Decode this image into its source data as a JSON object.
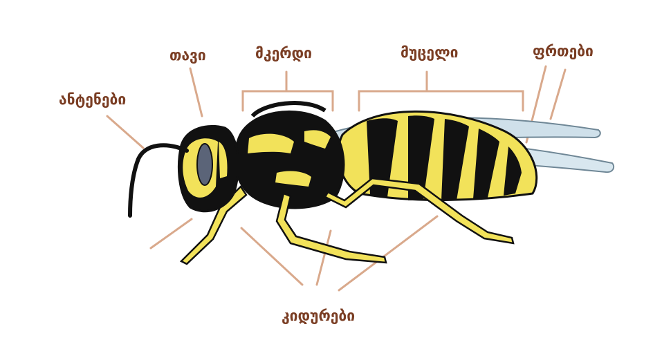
{
  "diagram": {
    "labels": {
      "antennae": "ანტენები",
      "head": "თავი",
      "thorax": "მკერდი",
      "abdomen": "მუცელი",
      "wings": "ფრთები",
      "legs": "კიდურები"
    },
    "colors": {
      "label": "#7a3d23",
      "leader_line": "#d9a98c",
      "body_yellow": "#f2e25a",
      "body_black": "#111111",
      "wing": "#cfe0ea",
      "background": "#ffffff"
    }
  }
}
